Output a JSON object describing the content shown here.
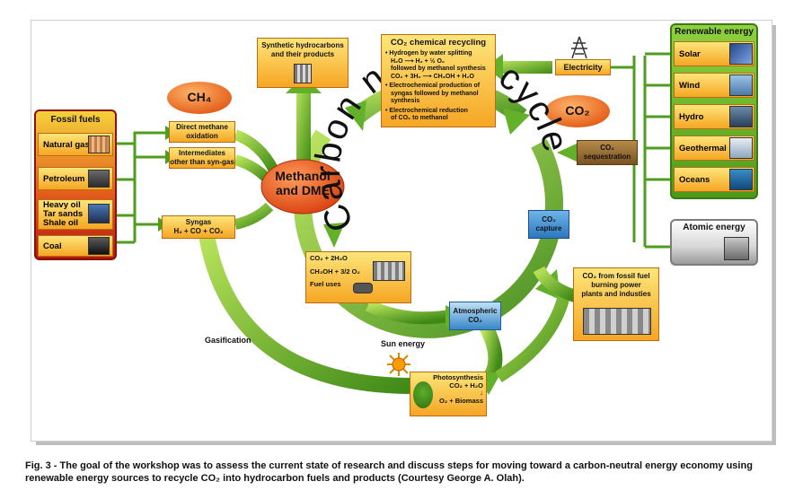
{
  "diagram": {
    "center_text": "Carbon neutral cycle",
    "methanol": "Methanol\nand DME",
    "ch4": "CH₄",
    "co2_bubble": "CO₂",
    "fossil": {
      "title": "Fossil fuels",
      "items": [
        "Natural gas",
        "Petroleum",
        "Heavy oil\nTar sands\nShale oil",
        "Coal"
      ]
    },
    "direct_methane": "Direct methane\noxidation",
    "intermediates": "Intermediates\nother than syn-gas",
    "syngas_title": "Syngas",
    "syngas_formula": "H₂ + CO + CO₂",
    "synthetic": "Synthetic hydrocarbons\nand their products",
    "recycling": {
      "title": "CO₂ chemical recycling",
      "lines": [
        "• Hydrogen by water splitting",
        "H₂O ⟶ H₂ + ½ O₂",
        "followed by methanol synthesis",
        "CO₂ + 3H₂ ⟶ CH₃OH + H₂O",
        "• Electrochemical production of",
        "syngas followed by methanol",
        "synthesis",
        "• Electrochemical reduction",
        "of CO₂ to methanol"
      ]
    },
    "electricity": "Electricity",
    "renewable": {
      "title": "Renewable energy",
      "items": [
        "Solar",
        "Wind",
        "Hydro",
        "Geothermal",
        "Oceans"
      ]
    },
    "atomic": "Atomic energy",
    "sequestration": "CO₂\nsequestration",
    "capture": "CO₂\ncapture",
    "fuel_uses": {
      "line1": "CO₂ + 2H₂O",
      "line2": "CH₃OH + 3/2 O₂",
      "label": "Fuel uses"
    },
    "fossil_plants": "CO₂ from fossil fuel\nburning power\nplants and industies",
    "atmospheric": "Atmospheric\nCO₂",
    "gasification": "Gasification",
    "sun_energy": "Sun energy",
    "photosynthesis": {
      "title": "Photosynthesis",
      "line1": "CO₂ + H₂O",
      "arrow": "↓",
      "line2": "O₂ + Biomass"
    }
  },
  "caption": "Fig. 3 - The goal of the workshop was to assess the current state of research and discuss steps for moving toward a carbon-neutral energy economy using renewable energy sources to recycle CO₂ into hydrocarbon fuels and products (Courtesy George A. Olah).",
  "colors": {
    "arrow_green": "#4f9d1f",
    "arrow_green_light": "#a8dc4c",
    "methanol_orange": "#e8541c",
    "amber": "#f6a623"
  }
}
